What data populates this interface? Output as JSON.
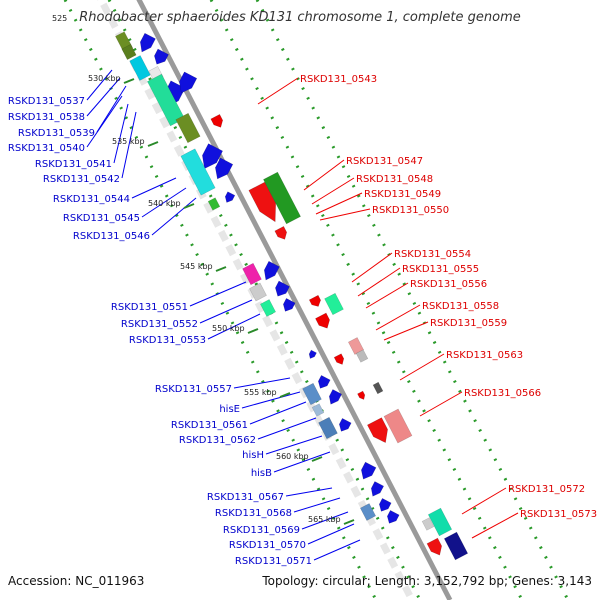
{
  "header": {
    "title": "Rhodobacter sphaeroides KD131 chromosome 1, complete genome",
    "corner_tick": "525"
  },
  "footer": {
    "accession": "Accession: NC_011963",
    "summary": "Topology: circular; Length: 3,152,792 bp; Genes: 3,143"
  },
  "colors": {
    "backbone": "#a0a0a0",
    "forward_label": "#0000cc",
    "reverse_label": "#dd0000",
    "tick_dot": "#2a9a2a",
    "tick_major": "#2a8a2a"
  },
  "scale": {
    "ticks": [
      "530 kbp",
      "535 kbp",
      "540 kbp",
      "545 kbp",
      "550 kbp",
      "555 kbp",
      "560 kbp",
      "565 kbp"
    ]
  },
  "forward_labels": [
    "RSKD131_0537",
    "RSKD131_0538",
    "RSKD131_0539",
    "RSKD131_0540",
    "RSKD131_0541",
    "RSKD131_0542",
    "RSKD131_0544",
    "RSKD131_0545",
    "RSKD131_0546",
    "RSKD131_0551",
    "RSKD131_0552",
    "RSKD131_0553",
    "RSKD131_0557",
    "hisE",
    "RSKD131_0561",
    "RSKD131_0562",
    "hisH",
    "hisB",
    "RSKD131_0567",
    "RSKD131_0568",
    "RSKD131_0569",
    "RSKD131_0570",
    "RSKD131_0571"
  ],
  "reverse_labels": [
    "RSKD131_0543",
    "RSKD131_0547",
    "RSKD131_0548",
    "RSKD131_0549",
    "RSKD131_0550",
    "RSKD131_0554",
    "RSKD131_0555",
    "RSKD131_0556",
    "RSKD131_0558",
    "RSKD131_0559",
    "RSKD131_0563",
    "RSKD131_0566",
    "RSKD131_0572",
    "RSKD131_0573"
  ]
}
